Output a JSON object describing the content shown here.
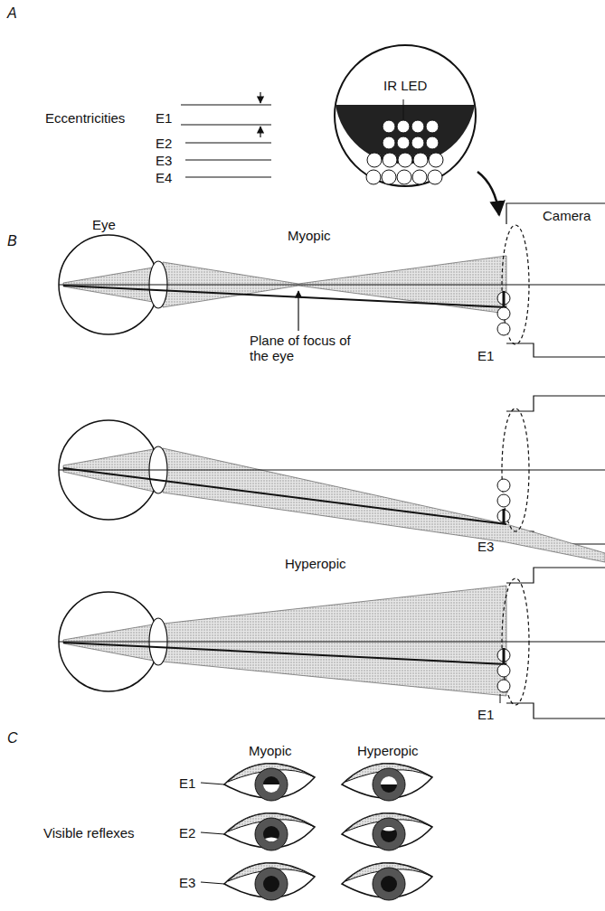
{
  "diagram": {
    "labels": [
      "A",
      "Eccentricities",
      "E1",
      "E2",
      "E3",
      "E4",
      "IR LED",
      "B",
      "Eye",
      "Myopic",
      "Camera",
      "Plane of focus of the eye",
      "E1",
      "E3",
      "Hyperopic",
      "E1",
      "C",
      "Myopic",
      "Hyperopic",
      "E1",
      "E2",
      "E3",
      "Visible reflexes"
    ]
  }
}
